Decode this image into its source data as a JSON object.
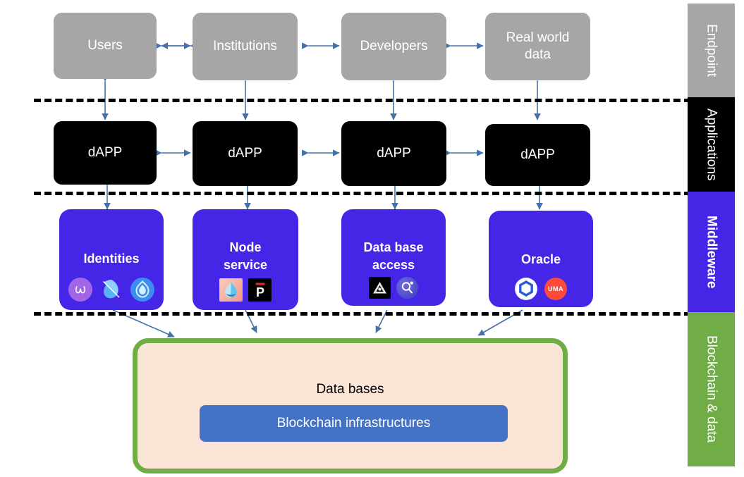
{
  "diagram": {
    "title": "Blockchain stack layers diagram",
    "layers": [
      {
        "id": "endpoint",
        "label": "Endpoint",
        "color": "#a6a6a6",
        "text_color": "#ffffff"
      },
      {
        "id": "applications",
        "label": "Applications",
        "color": "#000000",
        "text_color": "#ffffff"
      },
      {
        "id": "middleware",
        "label": "Middleware",
        "color": "#4526e6",
        "text_color": "#ffffff"
      },
      {
        "id": "blockchain",
        "label": "Blockchain & data",
        "color": "#70ad47",
        "text_color": "#ffffff"
      }
    ],
    "endpoint_row": [
      {
        "label": "Users"
      },
      {
        "label": "Institutions"
      },
      {
        "label": "Developers"
      },
      {
        "label": "Real world data"
      }
    ],
    "application_row": [
      {
        "label": "dAPP"
      },
      {
        "label": "dAPP"
      },
      {
        "label": "dAPP"
      },
      {
        "label": "dAPP"
      }
    ],
    "middleware_row": [
      {
        "label": "Identities",
        "icons": [
          {
            "name": "worldcoin-icon",
            "glyph": "w"
          },
          {
            "name": "unstoppable-domains-icon",
            "glyph": ""
          },
          {
            "name": "ens-icon",
            "glyph": ""
          }
        ]
      },
      {
        "label": "Node service",
        "icons": [
          {
            "name": "infura-icon",
            "glyph": ""
          },
          {
            "name": "pocket-network-icon",
            "glyph": "P"
          }
        ]
      },
      {
        "label": "Data base access",
        "icons": [
          {
            "name": "covalent-icon",
            "glyph": ""
          },
          {
            "name": "the-graph-icon",
            "glyph": ""
          }
        ]
      },
      {
        "label": "Oracle",
        "icons": [
          {
            "name": "chainlink-icon",
            "glyph": ""
          },
          {
            "name": "uma-icon",
            "glyph": "UMA"
          }
        ]
      }
    ],
    "database_container": {
      "title": "Data bases",
      "inner_label": "Blockchain infrastructures",
      "fill_color": "#fbe5d6",
      "border_color": "#70ad47",
      "inner_color": "#4472c4"
    },
    "arrow_color": "#4472a8"
  }
}
